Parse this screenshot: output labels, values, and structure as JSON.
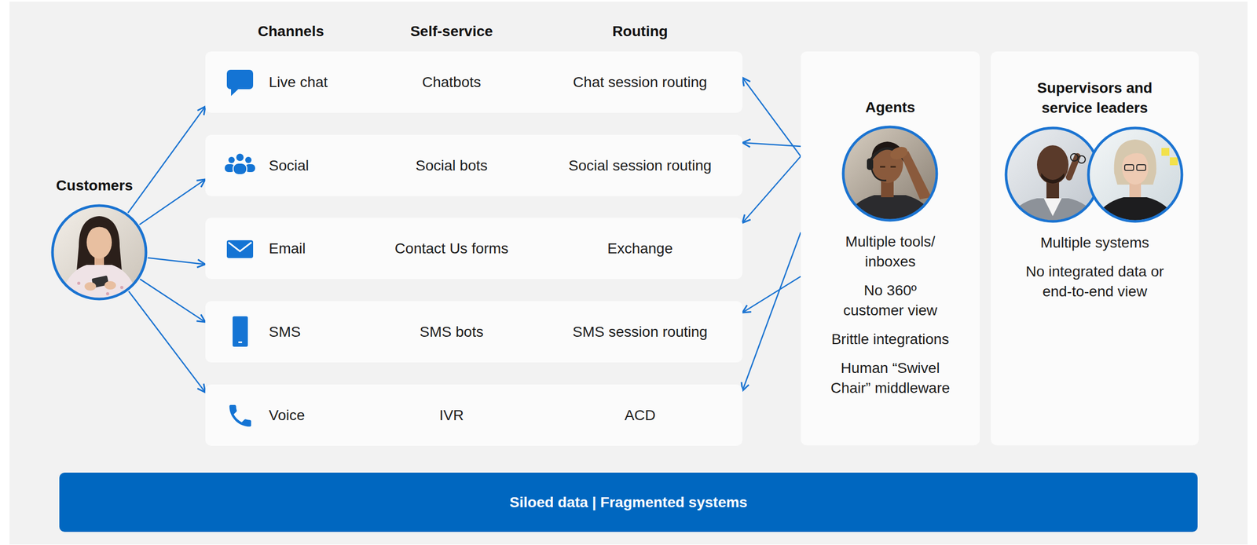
{
  "diagram": {
    "nodes": [
      {
        "text": [
          "Customers"
        ]
      },
      {
        "text": [
          "Live chat",
          "Chatbots",
          "Chat session routing"
        ]
      },
      {
        "text": [
          "Social",
          "Social bots",
          "Social session routing"
        ]
      },
      {
        "text": [
          "Email",
          "Contact Us forms",
          "Exchange"
        ]
      },
      {
        "text": [
          "SMS",
          "SMS bots",
          "SMS session routing"
        ]
      },
      {
        "text": [
          "Voice",
          "IVR",
          "ACD"
        ]
      },
      {
        "text": [
          "Agents",
          "Multiple tools/ inboxes",
          "No 360º customer view",
          "Brittle integrations",
          "Human “Swivel Chair” middleware"
        ]
      },
      {
        "text": [
          "Supervisors and service leaders",
          "Multiple systems",
          "No integrated data or end-to-end view"
        ]
      },
      {
        "text": [
          "Siloed data | Fragmented systems"
        ]
      }
    ],
    "edges": [
      {
        "from": 0,
        "to": 1,
        "arrow": "to"
      },
      {
        "from": 0,
        "to": 2,
        "arrow": "to"
      },
      {
        "from": 0,
        "to": 3,
        "arrow": "to"
      },
      {
        "from": 0,
        "to": 4,
        "arrow": "to"
      },
      {
        "from": 0,
        "to": 5,
        "arrow": "to"
      },
      {
        "from": 6,
        "to": 1,
        "arrow": "to"
      },
      {
        "from": 6,
        "to": 2,
        "arrow": "to"
      },
      {
        "from": 6,
        "to": 3,
        "arrow": "to"
      },
      {
        "from": 6,
        "to": 4,
        "arrow": "to"
      },
      {
        "from": 6,
        "to": 5,
        "arrow": "to"
      }
    ],
    "labels": [
      "Channels",
      "Self-service",
      "Routing"
    ]
  }
}
